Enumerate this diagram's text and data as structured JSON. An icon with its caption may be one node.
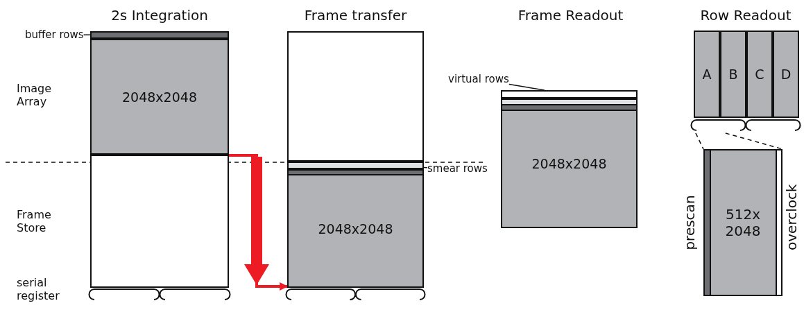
{
  "diagram": {
    "nodes": [
      {
        "text": [
          "buffer rows"
        ]
      },
      {
        "text": [],
        "shape": "box"
      },
      {
        "text": [
          "2048x2048"
        ]
      },
      {
        "text": [],
        "shape": "box"
      },
      {
        "text": [],
        "shape": "box"
      },
      {
        "text": [],
        "shape": "box"
      },
      {
        "text": [
          "smear rows"
        ]
      },
      {
        "text": [
          "2048x2048"
        ]
      },
      {
        "text": [
          "virtual rows"
        ]
      },
      {
        "text": [],
        "shape": "box"
      },
      {
        "text": [
          "2048x2048"
        ]
      },
      {
        "text": [
          "A"
        ]
      },
      {
        "text": [
          "B"
        ]
      },
      {
        "text": [
          "C"
        ]
      },
      {
        "text": [
          "D"
        ]
      },
      {
        "text": [],
        "shape": "bar"
      },
      {
        "text": [
          "512x 2048"
        ],
        "beside": [
          "prescan",
          "overclock"
        ]
      }
    ],
    "edges": [
      {
        "from": 0,
        "to": 1,
        "arrow": "none"
      },
      {
        "from": 6,
        "to": 5,
        "arrow": "none"
      },
      {
        "from": 8,
        "to": 9,
        "arrow": "none"
      },
      {
        "from": 3,
        "to": 7,
        "arrow": "to",
        "style": "thick",
        "color": "#ed1c24"
      },
      {
        "from": 15,
        "to": 16,
        "arrow": "none",
        "style": "dashed"
      },
      {
        "from": 15,
        "to": 16,
        "arrow": "none",
        "style": "dashed"
      }
    ],
    "labels": [
      "2s Integration",
      "Frame transfer",
      "Frame Readout",
      "Row Readout",
      "Image Array",
      "Frame Store",
      "serial register"
    ]
  }
}
